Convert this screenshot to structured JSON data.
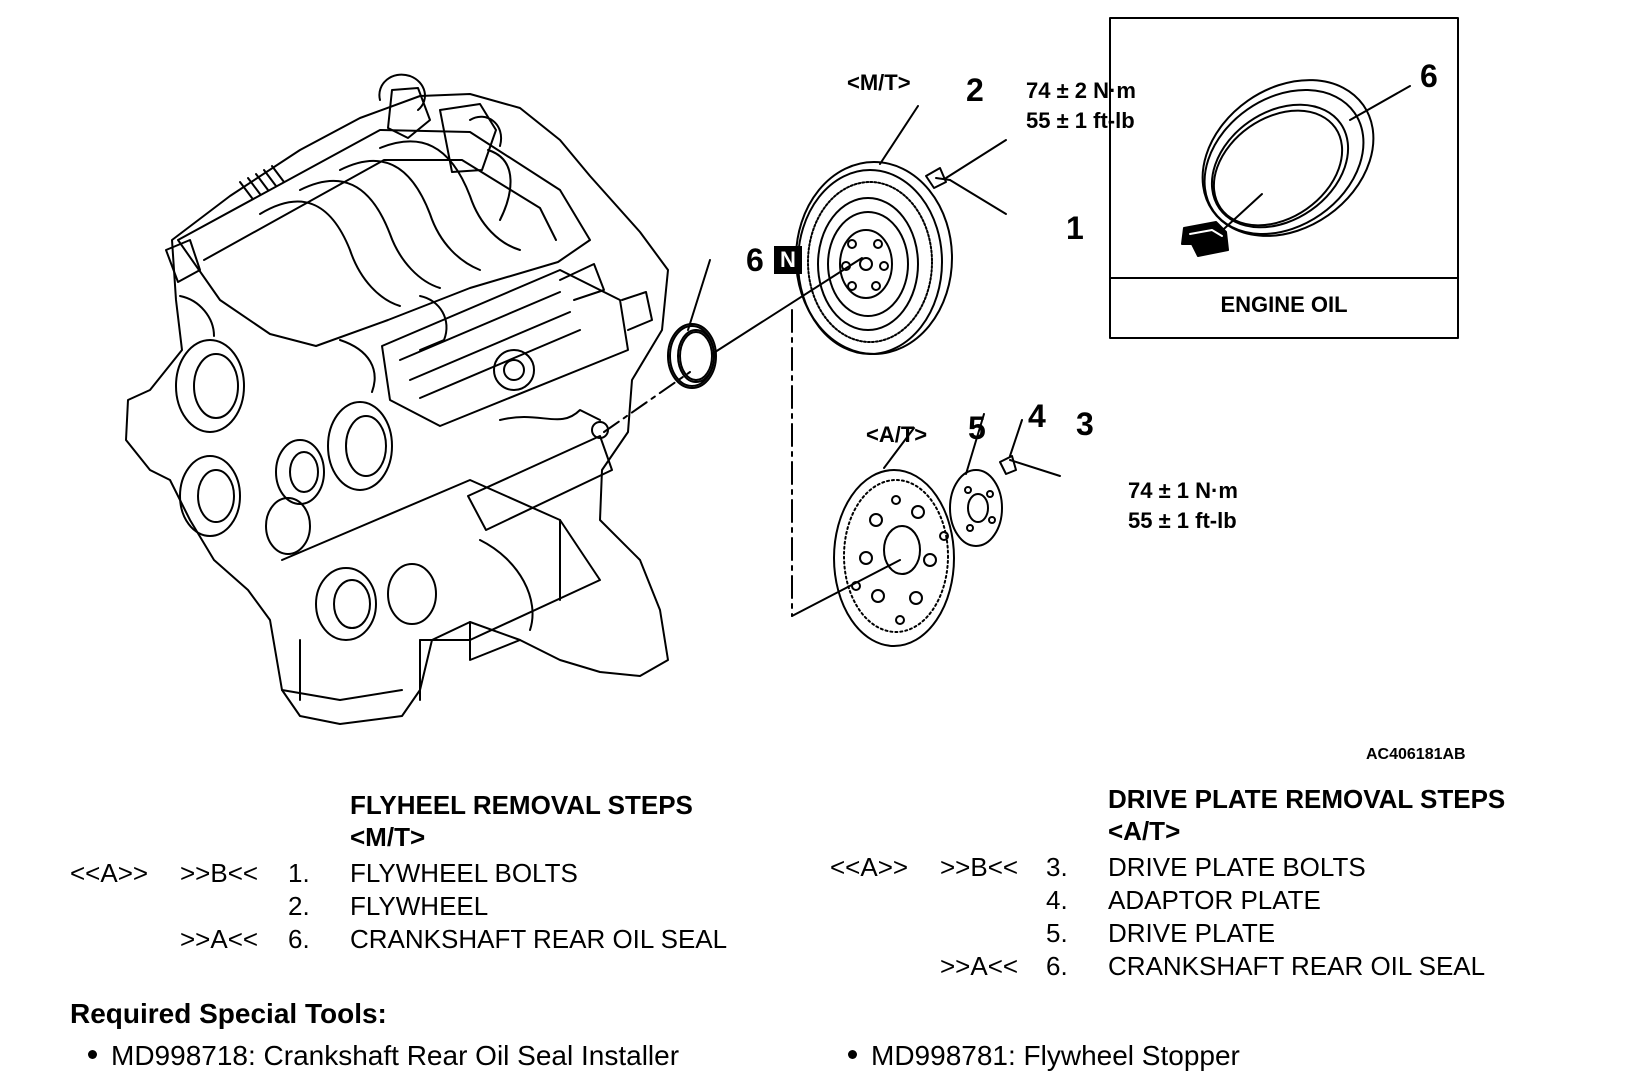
{
  "diagram": {
    "mt_label": "<M/T>",
    "at_label": "<A/T>",
    "callouts": {
      "c1": "1",
      "c2": "2",
      "c3": "3",
      "c4": "4",
      "c5": "5",
      "c6": "6",
      "c6_inset": "6",
      "n_badge": "N"
    },
    "torque_mt": {
      "nm": "74 ± 2 N·m",
      "ftlb": "55 ± 1 ft-lb"
    },
    "torque_at": {
      "nm": "74 ± 1 N·m",
      "ftlb": "55 ± 1 ft-lb"
    },
    "inset_caption": "ENGINE OIL",
    "figure_code": "AC406181AB"
  },
  "flywheel": {
    "title": "FLYHEEL REMOVAL STEPS",
    "subtitle": "<M/T>",
    "steps": [
      {
        "a": "<<A>>",
        "b": ">>B<<",
        "num": "1.",
        "label": "FLYWHEEL BOLTS"
      },
      {
        "a": "",
        "b": "",
        "num": "2.",
        "label": "FLYWHEEL"
      },
      {
        "a": "",
        "b": ">>A<<",
        "num": "6.",
        "label": "CRANKSHAFT REAR OIL SEAL"
      }
    ]
  },
  "driveplate": {
    "title": "DRIVE PLATE REMOVAL STEPS",
    "subtitle": "<A/T>",
    "steps": [
      {
        "a": "<<A>>",
        "b": ">>B<<",
        "num": "3.",
        "label": "DRIVE PLATE BOLTS"
      },
      {
        "a": "",
        "b": "",
        "num": "4.",
        "label": "ADAPTOR PLATE"
      },
      {
        "a": "",
        "b": "",
        "num": "5.",
        "label": "DRIVE PLATE"
      },
      {
        "a": "",
        "b": ">>A<<",
        "num": "6.",
        "label": "CRANKSHAFT REAR OIL SEAL"
      }
    ]
  },
  "tools": {
    "heading": "Required Special Tools:",
    "items": [
      "MD998718: Crankshaft Rear Oil Seal Installer",
      "MD998781: Flywheel Stopper"
    ]
  }
}
